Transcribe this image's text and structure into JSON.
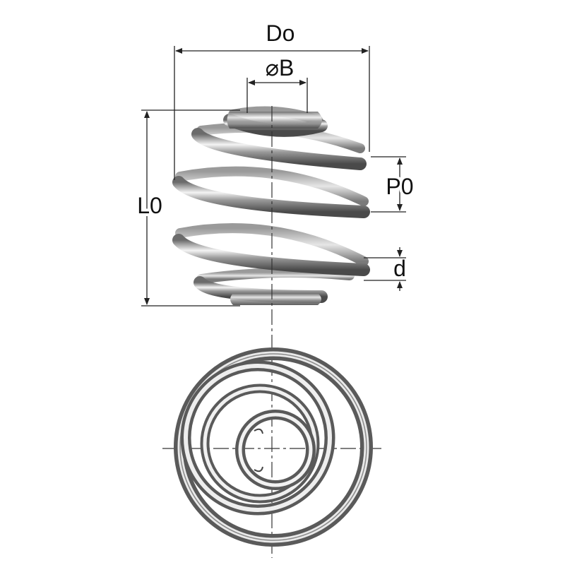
{
  "labels": {
    "outer_diameter": "Do",
    "inner_diameter_symbol": "⌀",
    "inner_diameter": "B",
    "free_length": "L0",
    "pitch": "P0",
    "wire_diameter": "d"
  },
  "colors": {
    "dimension_line": "#222222",
    "centerline": "#333333",
    "wire_dark": "#5a5a5a",
    "wire_mid": "#a6a6a6",
    "wire_light": "#f2f2f2"
  }
}
